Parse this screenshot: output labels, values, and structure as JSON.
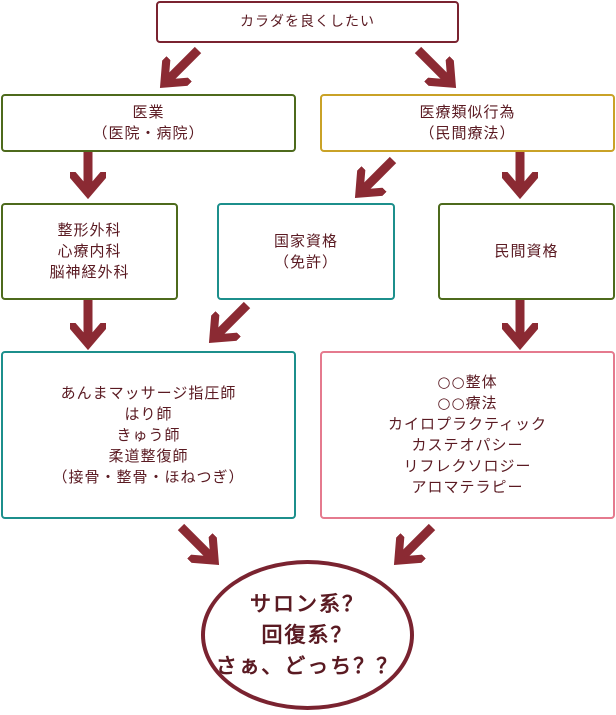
{
  "root": {
    "label": "カラダを良くしたい"
  },
  "medical": {
    "title": "医業",
    "subtitle": "（医院・病院）"
  },
  "alternative": {
    "title": "医療類似行為",
    "subtitle": "（民間療法）"
  },
  "specialties": {
    "lines": [
      "整形外科",
      "心療内科",
      "脳神経外科"
    ]
  },
  "national_license": {
    "title": "国家資格",
    "subtitle": "（免許）"
  },
  "private_license": {
    "title": "民間資格"
  },
  "licensed_therapies": {
    "lines": [
      "あんまマッサージ指圧師",
      "はり師",
      "きゅう師",
      "柔道整復師",
      "（接骨・整骨・ほねつぎ）"
    ]
  },
  "private_therapies": {
    "lines": [
      "○○整体",
      "○○療法",
      "カイロプラクティック",
      "カステオパシー",
      "リフレクソロジー",
      "アロマテラピー"
    ]
  },
  "conclusion": {
    "lines": [
      "サロン系？",
      "回復系？",
      "さぁ、どっち？？"
    ]
  },
  "colors": {
    "arrow": "#8b2a33",
    "root_border": "#7a2330",
    "green": "#4d6a1c",
    "gold": "#c9a227",
    "teal": "#1c8f8c",
    "pink": "#e57a8e",
    "text": "#5a1a22"
  }
}
